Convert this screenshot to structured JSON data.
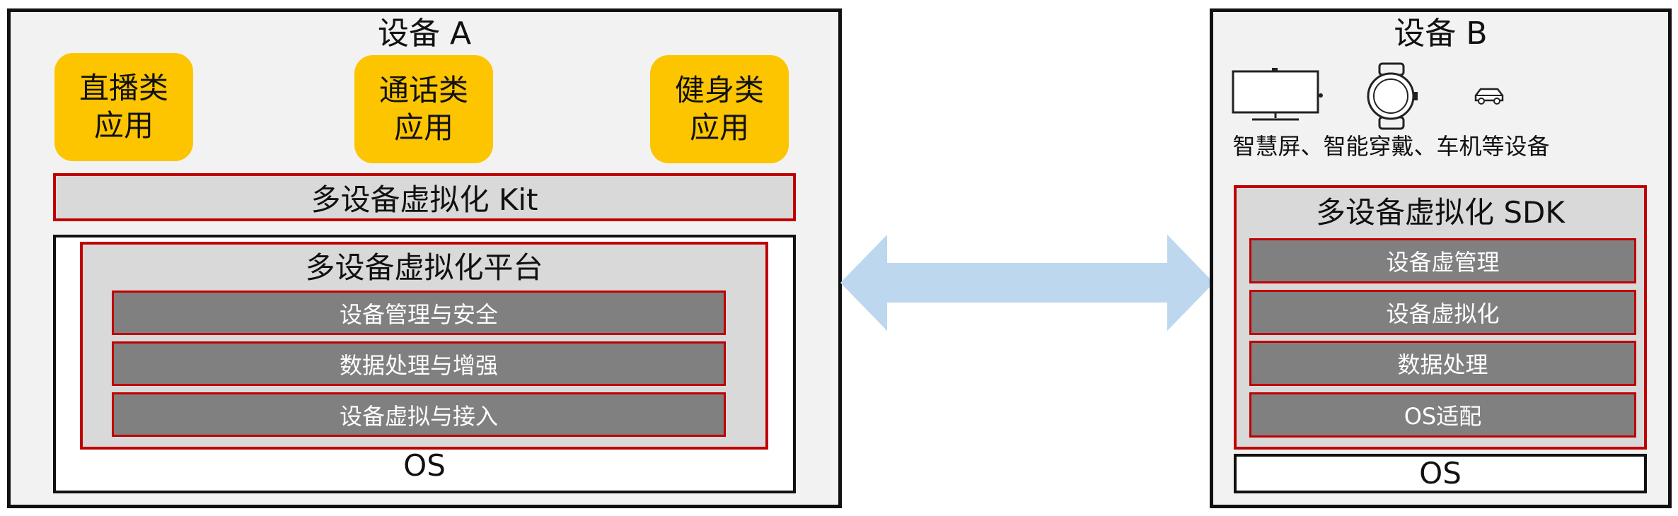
{
  "device_a": {
    "title": "设备 A",
    "apps": [
      "直播类\n应用",
      "通话类\n应用",
      "健身类\n应用"
    ],
    "kit": "多设备虚拟化 Kit",
    "platform": {
      "title": "多设备虚拟化平台",
      "layers": [
        "设备管理与安全",
        "数据处理与增强",
        "设备虚拟与接入"
      ]
    },
    "os": "OS"
  },
  "device_b": {
    "title": "设备 B",
    "devices_caption": "智慧屏、智能穿戴、车机等设备",
    "device_icons": [
      "smart-screen-icon",
      "smart-watch-icon",
      "car-icon"
    ],
    "sdk": {
      "title": "多设备虚拟化 SDK",
      "layers": [
        "设备虚管理",
        "设备虚拟化",
        "数据处理",
        "OS适配"
      ]
    },
    "os": "OS"
  },
  "colors": {
    "app_yellow": "#fdc500",
    "border_red": "#c00000",
    "layer_gray": "#808080",
    "panel_gray": "#d9d9d9",
    "arrow_blue": "#bdd7ee"
  }
}
